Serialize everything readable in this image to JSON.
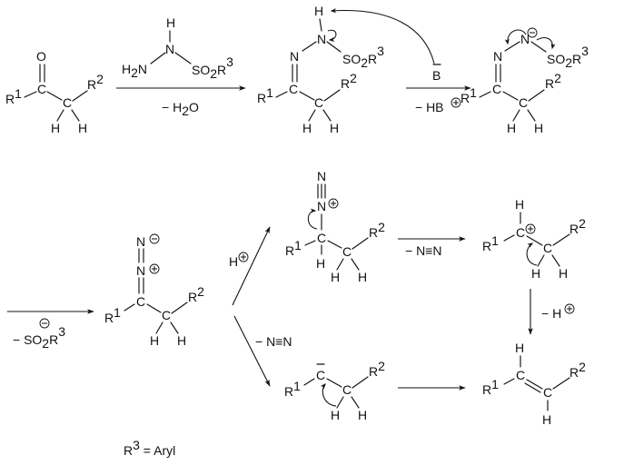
{
  "reagents": {
    "sulfonylhydrazide_nh": "H",
    "sulfonylhydrazide_h2n": "H2N",
    "sulfonylhydrazide_r": "SO2R3",
    "loss_of_water": "− H2O",
    "base": "B",
    "loss_hb": "− HB",
    "loss_sulfinate": "− SO2R3",
    "protonation": "H",
    "loss_nitrogen_top": "− N≡N",
    "loss_nitrogen_bottom": "− N≡N",
    "loss_proton": "− H"
  },
  "footnote": "R3 = Aryl",
  "atoms": {
    "oxygen": "O",
    "nitrogen": "N",
    "carbon": "C",
    "hydrogen": "H",
    "r1": "R1",
    "r2": "R2",
    "r3": "R3"
  },
  "colors": {
    "ink": "#111111",
    "background": "#ffffff"
  }
}
